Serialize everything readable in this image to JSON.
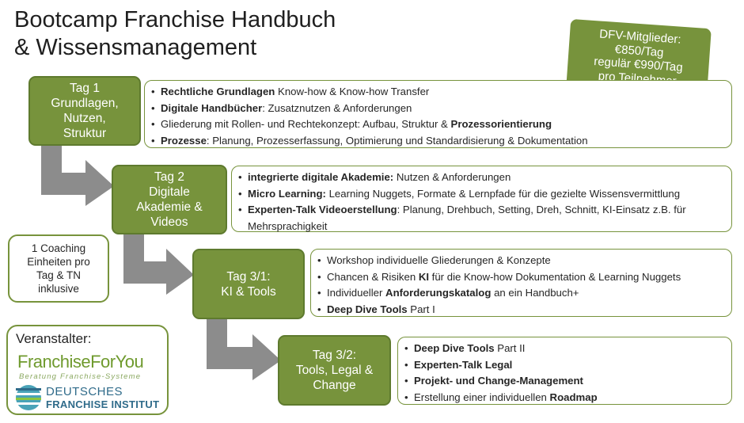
{
  "title": {
    "line1": "Bootcamp Franchise Handbuch",
    "line2": "& Wissensmanagement"
  },
  "price": {
    "lines": [
      "DFV-Mitglieder:",
      "€850/Tag",
      "regulär €990/Tag",
      "pro Teilnehmer"
    ]
  },
  "days": [
    {
      "lines": [
        "Tag 1",
        "Grundlagen,",
        "Nutzen,",
        "Struktur"
      ],
      "topics": [
        {
          "bold": "Rechtliche Grundlagen",
          "text": " Know-how & Know-how Transfer"
        },
        {
          "bold": "Digitale Handbücher",
          "text": ": Zusatznutzen & Anforderungen"
        },
        {
          "text": "Gliederung mit Rollen- und Rechtekonzept: Aufbau, Struktur & ",
          "bold_end": "Prozessorientierung"
        },
        {
          "bold": "Prozesse",
          "text": ": Planung, Prozesserfassung, Optimierung und Standardisierung & Dokumentation"
        }
      ]
    },
    {
      "lines": [
        "Tag 2",
        "Digitale",
        "Akademie &",
        "Videos"
      ],
      "topics": [
        {
          "bold": "integrierte digitale Akademie:",
          "text": " Nutzen & Anforderungen"
        },
        {
          "bold": "Micro Learning:",
          "text": " Learning Nuggets, Formate & Lernpfade für die gezielte Wissensvermittlung"
        },
        {
          "bold": "Experten-Talk Videoerstellung",
          "text": ": Planung, Drehbuch, Setting, Dreh, Schnitt, KI-Einsatz z.B. für Mehrsprachigkeit"
        }
      ]
    },
    {
      "lines": [
        "Tag 3/1:",
        "KI & Tools"
      ],
      "topics": [
        {
          "text": "Workshop individuelle Gliederungen & Konzepte"
        },
        {
          "text": "Chancen & Risiken ",
          "bold_mid": "KI",
          "text_after": " für die Know-how Dokumentation & Learning Nuggets"
        },
        {
          "text": "Individueller ",
          "bold_end": "Anforderungskatalog",
          "text_after": " an ein Handbuch+"
        },
        {
          "bold": "Deep Dive Tools",
          "text": "  Part I"
        }
      ]
    },
    {
      "lines": [
        "Tag 3/2:",
        "Tools, Legal &",
        "Change"
      ],
      "topics": [
        {
          "bold": "Deep Dive Tools",
          "text": "  Part II"
        },
        {
          "bold": "Experten-Talk Legal"
        },
        {
          "bold": "Projekt- und Change-Management"
        },
        {
          "text": "Erstellung einer individuellen ",
          "bold_end": "Roadmap"
        }
      ]
    }
  ],
  "coaching": {
    "lines": [
      "1 Coaching",
      "Einheiten pro",
      "Tag & TN",
      "inklusive"
    ]
  },
  "organizer": {
    "label": "Veranstalter:",
    "ffy_name": "FranchiseForYou",
    "ffy_tagline": "Beratung Franchise-Systeme",
    "dfi_line1": "DEUTSCHES",
    "dfi_line2": "FRANCHISE INSTITUT"
  },
  "colors": {
    "green": "#77933c",
    "arrow_gray": "#8c8c8c",
    "dfi_blue": "#2f6b8a"
  }
}
